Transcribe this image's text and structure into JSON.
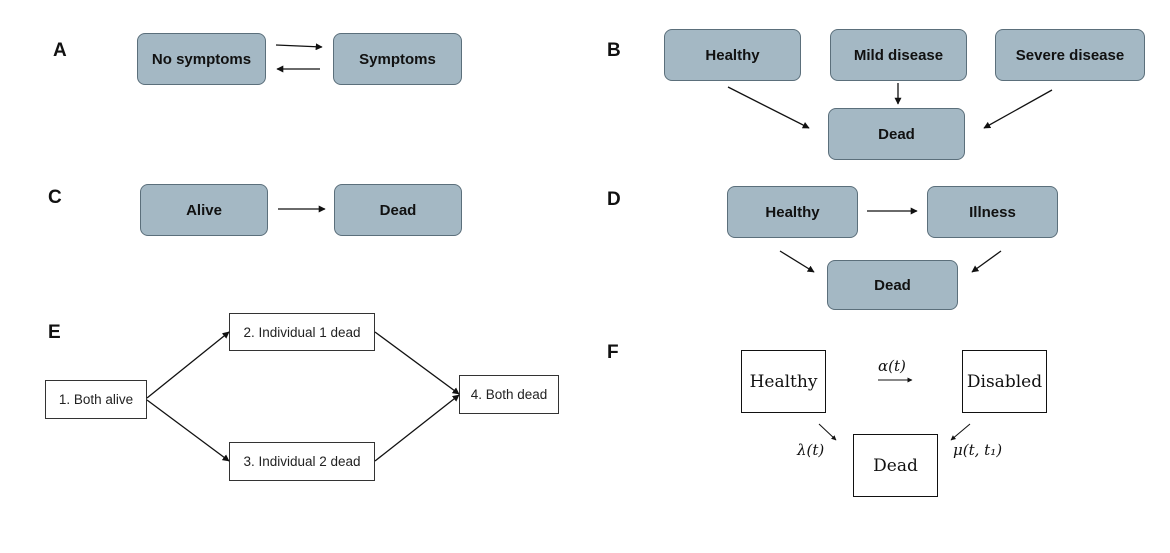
{
  "panels": {
    "A": {
      "label": "A",
      "states": [
        "No symptoms",
        "Symptoms"
      ]
    },
    "B": {
      "label": "B",
      "states": [
        "Healthy",
        "Mild disease",
        "Severe disease",
        "Dead"
      ]
    },
    "C": {
      "label": "C",
      "states": [
        "Alive",
        "Dead"
      ]
    },
    "D": {
      "label": "D",
      "states": [
        "Healthy",
        "Illness",
        "Dead"
      ]
    },
    "E": {
      "label": "E",
      "states": [
        "1. Both alive",
        "2. Individual 1 dead",
        "3. Individual 2 dead",
        "4. Both dead"
      ]
    },
    "F": {
      "label": "F",
      "states": [
        "Healthy",
        "Disabled",
        "Dead"
      ],
      "transitions": {
        "healthy_to_disabled": "α(t)",
        "healthy_to_dead": "λ(t)",
        "disabled_to_dead": "μ(t, t₁)"
      }
    }
  },
  "colors": {
    "state_fill": "#a4b8c4",
    "state_border": "#5b6f7b",
    "arrow": "#111111"
  }
}
